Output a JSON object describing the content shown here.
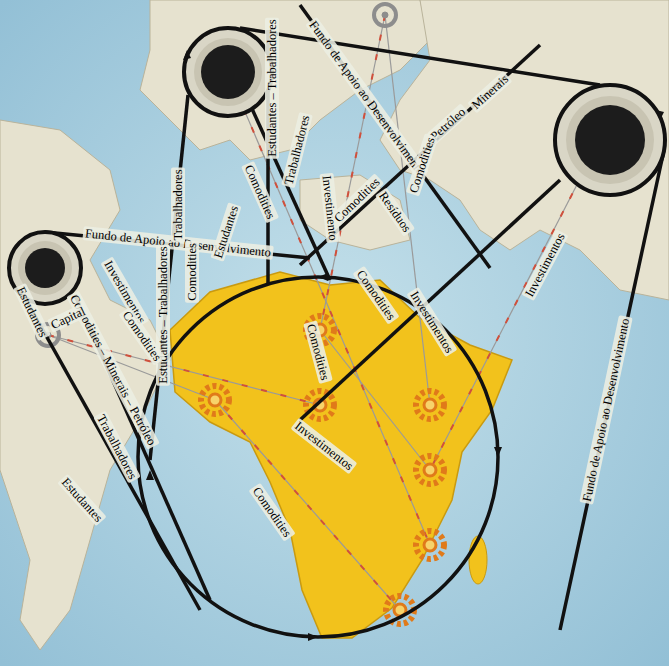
{
  "diagram": {
    "labels": [
      "Estudantes – Trabalhadores",
      "Fundo de Apoio ao Desenvolvimento",
      "Trabalhadores",
      "Comodities",
      "Investimento",
      "Comodities",
      "Minerais",
      "Petróleo",
      "Comodities",
      "Resíduos",
      "Investimentos",
      "Fundo de Apoio ao Desenvolvimento",
      "Fundo de Apoio ao Desenvolvimento",
      "Trabalhadores",
      "Estudantes – Trabalhadores",
      "Comodities",
      "Estudantes",
      "Investimentos",
      "Comodities",
      "Estudantes",
      "Comodities – Minerais – Petróleo",
      "Capital",
      "Trabalhadores",
      "Estudantes",
      "Comodities",
      "Comodities",
      "Investimentos",
      "Investimentos",
      "Comodities"
    ]
  }
}
